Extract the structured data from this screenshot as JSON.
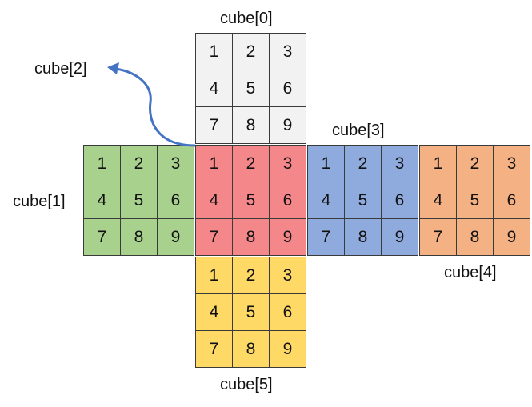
{
  "faces": [
    {
      "id": "cube0",
      "label": "cube[0]",
      "color": "#F2F2F2",
      "cells": [
        "1",
        "2",
        "3",
        "4",
        "5",
        "6",
        "7",
        "8",
        "9"
      ]
    },
    {
      "id": "cube1",
      "label": "cube[1]",
      "color": "#A9D18E",
      "cells": [
        "1",
        "2",
        "3",
        "4",
        "5",
        "6",
        "7",
        "8",
        "9"
      ]
    },
    {
      "id": "cube2",
      "label": "cube[2]",
      "color": "#F4878A",
      "cells": [
        "1",
        "2",
        "3",
        "4",
        "5",
        "6",
        "7",
        "8",
        "9"
      ]
    },
    {
      "id": "cube3",
      "label": "cube[3]",
      "color": "#8FAADC",
      "cells": [
        "1",
        "2",
        "3",
        "4",
        "5",
        "6",
        "7",
        "8",
        "9"
      ]
    },
    {
      "id": "cube4",
      "label": "cube[4]",
      "color": "#F4B183",
      "cells": [
        "1",
        "2",
        "3",
        "4",
        "5",
        "6",
        "7",
        "8",
        "9"
      ]
    },
    {
      "id": "cube5",
      "label": "cube[5]",
      "color": "#FFD966",
      "cells": [
        "1",
        "2",
        "3",
        "4",
        "5",
        "6",
        "7",
        "8",
        "9"
      ]
    }
  ],
  "arrow_color": "#4472C4"
}
